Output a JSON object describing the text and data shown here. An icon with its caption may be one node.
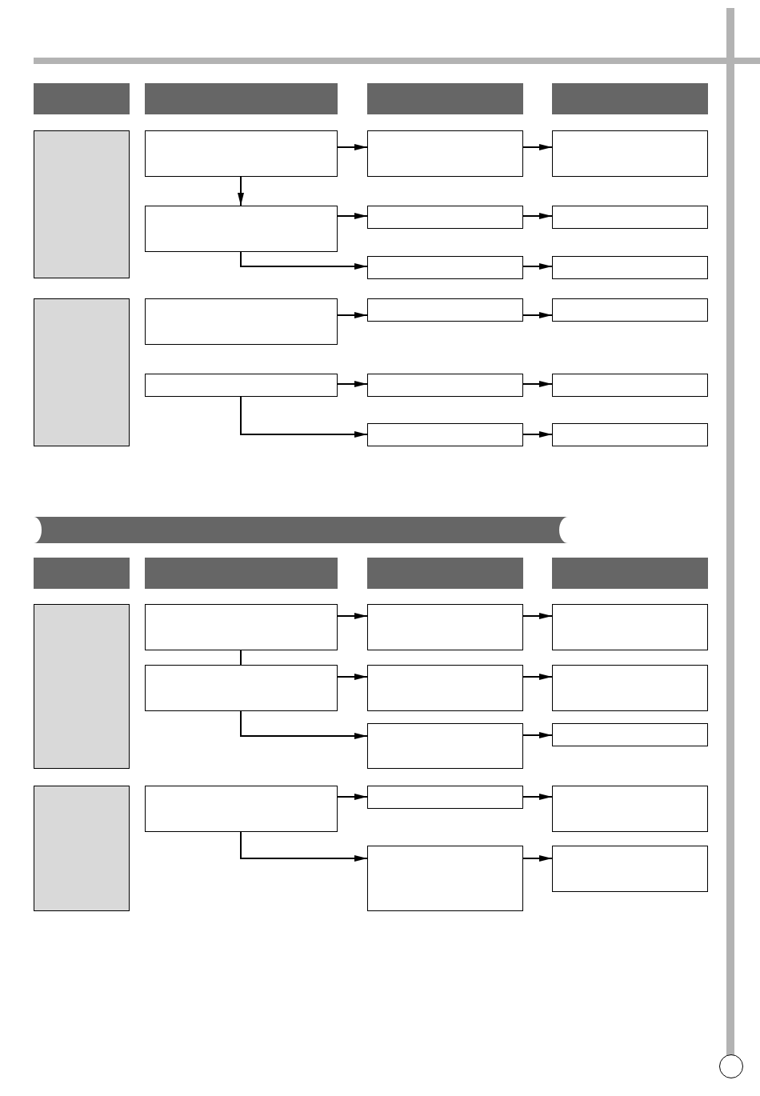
{
  "diagram": {
    "nodes": [
      {
        "text": [],
        "shape": "bar"
      },
      {
        "text": [],
        "shape": "bar"
      },
      {
        "text": [],
        "shape": "bar"
      },
      {
        "text": [],
        "shape": "bar"
      },
      {
        "text": [],
        "shape": "box"
      },
      {
        "text": [],
        "shape": "box"
      },
      {
        "text": [],
        "shape": "box"
      },
      {
        "text": [],
        "shape": "box"
      },
      {
        "text": [],
        "shape": "box"
      },
      {
        "text": [],
        "shape": "box"
      },
      {
        "text": [],
        "shape": "box"
      },
      {
        "text": [],
        "shape": "box"
      },
      {
        "text": [],
        "shape": "box"
      },
      {
        "text": [],
        "shape": "box"
      },
      {
        "text": [],
        "shape": "box"
      },
      {
        "text": [],
        "shape": "box"
      },
      {
        "text": [],
        "shape": "box"
      },
      {
        "text": [],
        "shape": "box"
      },
      {
        "text": [],
        "shape": "box"
      },
      {
        "text": [],
        "shape": "box"
      },
      {
        "text": [],
        "shape": "box"
      },
      {
        "text": [],
        "shape": "box"
      },
      {
        "text": [],
        "shape": "bar"
      },
      {
        "text": [],
        "shape": "bar"
      },
      {
        "text": [],
        "shape": "bar"
      },
      {
        "text": [],
        "shape": "bar"
      },
      {
        "text": [],
        "shape": "bar"
      },
      {
        "text": [],
        "shape": "box"
      },
      {
        "text": [],
        "shape": "box"
      },
      {
        "text": [],
        "shape": "box"
      },
      {
        "text": [],
        "shape": "box"
      },
      {
        "text": [],
        "shape": "box"
      },
      {
        "text": [],
        "shape": "box"
      },
      {
        "text": [],
        "shape": "box"
      },
      {
        "text": [],
        "shape": "box"
      },
      {
        "text": [],
        "shape": "box"
      },
      {
        "text": [],
        "shape": "box"
      },
      {
        "text": [],
        "shape": "box"
      },
      {
        "text": [],
        "shape": "box"
      },
      {
        "text": [],
        "shape": "box"
      },
      {
        "text": [],
        "shape": "box"
      },
      {
        "text": [],
        "shape": "box"
      },
      {
        "text": [],
        "shape": "circle"
      }
    ],
    "edges": [
      {
        "from": 5,
        "to": 6,
        "arrow": "to"
      },
      {
        "from": 6,
        "to": 7,
        "arrow": "to"
      },
      {
        "from": 5,
        "to": 8,
        "arrow": "to"
      },
      {
        "from": 8,
        "to": 9,
        "arrow": "to"
      },
      {
        "from": 9,
        "to": 10,
        "arrow": "to"
      },
      {
        "from": 8,
        "to": 11,
        "arrow": "to"
      },
      {
        "from": 11,
        "to": 12,
        "arrow": "to"
      },
      {
        "from": 14,
        "to": 15,
        "arrow": "to"
      },
      {
        "from": 15,
        "to": 16,
        "arrow": "to"
      },
      {
        "from": 17,
        "to": 18,
        "arrow": "to"
      },
      {
        "from": 18,
        "to": 19,
        "arrow": "to"
      },
      {
        "from": 17,
        "to": 20,
        "arrow": "to"
      },
      {
        "from": 20,
        "to": 21,
        "arrow": "to"
      },
      {
        "from": 28,
        "to": 29,
        "arrow": "to"
      },
      {
        "from": 29,
        "to": 30,
        "arrow": "to"
      },
      {
        "from": 28,
        "to": 31,
        "arrow": "none"
      },
      {
        "from": 31,
        "to": 32,
        "arrow": "to"
      },
      {
        "from": 32,
        "to": 33,
        "arrow": "to"
      },
      {
        "from": 31,
        "to": 34,
        "arrow": "to"
      },
      {
        "from": 34,
        "to": 35,
        "arrow": "to"
      },
      {
        "from": 37,
        "to": 38,
        "arrow": "to"
      },
      {
        "from": 38,
        "to": 39,
        "arrow": "to"
      },
      {
        "from": 37,
        "to": 40,
        "arrow": "to"
      },
      {
        "from": 40,
        "to": 41,
        "arrow": "to"
      }
    ]
  }
}
